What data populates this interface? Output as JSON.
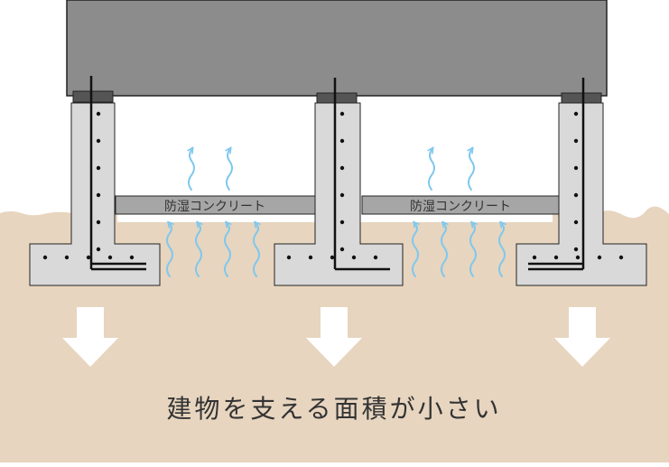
{
  "labels": {
    "moisture_slab_left": "防湿コンクリート",
    "moisture_slab_right": "防湿コンクリート",
    "caption": "建物を支える面積が小さい"
  },
  "colors": {
    "building": "#8c8c8c",
    "soil": "#e7d5bf",
    "concrete": "#d9d9d9",
    "slab": "#a6a6a6",
    "sill": "#555555",
    "outline": "#1a1a1a",
    "moisture_arrow": "#7fc8ee",
    "load_arrow": "#ffffff",
    "text": "#333333"
  }
}
